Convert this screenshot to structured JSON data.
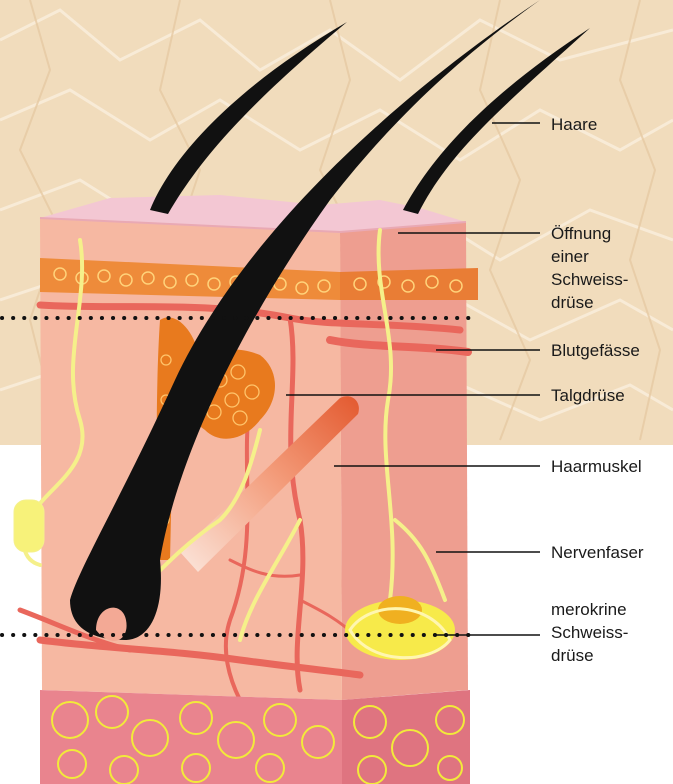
{
  "diagram": {
    "labels": {
      "hair": "Haare",
      "sweat_opening": [
        "Öffnung",
        "einer",
        "Schweiss-",
        "drüse"
      ],
      "blood_vessels": "Blutgefässe",
      "sebaceous_gland": "Talgdrüse",
      "hair_muscle": "Haarmuskel",
      "nerve_fiber": "Nervenfaser",
      "eccrine_gland": [
        "merokrine",
        "Schweiss-",
        "drüse"
      ]
    }
  },
  "colors": {
    "background_texture": "#f1dcbc",
    "epidermis_top": "#f3c7d3",
    "dermis_front": "#f6b8a2",
    "dermis_side": "#ee9e90",
    "fat_layer": "#e9848e",
    "fat_cells": "#f2ea3a",
    "hair": "#111111",
    "sebaceous": "#e87a1e",
    "nerves": "#f5f08a",
    "vessels": "#e9675c",
    "dotted_lines": "#111111"
  }
}
